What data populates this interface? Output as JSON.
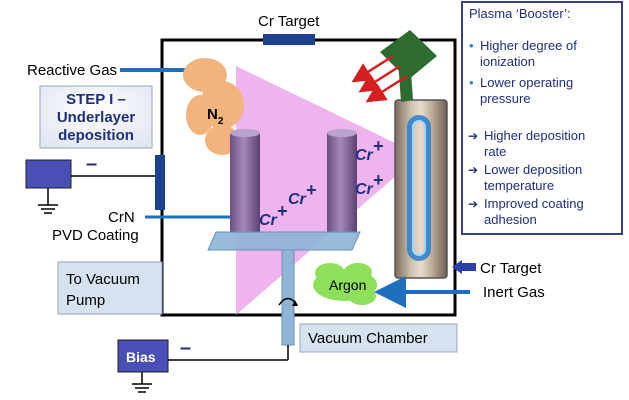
{
  "labels": {
    "cr_target_top": "Cr Target",
    "reactive_gas": "Reactive Gas",
    "n2_main": "N",
    "n2_sub": "2",
    "step_line1": "STEP I –",
    "step_line2": "Underlayer",
    "step_line3": "deposition",
    "crn": "CrN",
    "pvd_coating": "PVD Coating",
    "to_vacuum_line1": "To Vacuum",
    "to_vacuum_line2": "Pump",
    "vacuum_chamber": "Vacuum Chamber",
    "bias": "Bias",
    "argon": "Argon",
    "cr_target_right": "Cr Target",
    "inert_gas": "Inert Gas",
    "minus_sign": "–",
    "ion_cr": "Cr",
    "ion_plus": "+"
  },
  "booster": {
    "title": "Plasma ‘Booster’:",
    "bullets": [
      {
        "line1": "Higher degree of",
        "line2": "ionization"
      },
      {
        "line1": "Lower operating",
        "line2": "pressure"
      }
    ],
    "results": [
      {
        "line1": "Higher deposition",
        "line2": "rate"
      },
      {
        "line1": "Lower deposition",
        "line2": "temperature"
      },
      {
        "line1": "Improved coating",
        "line2": "adhesion"
      }
    ],
    "bullet_glyph": "•",
    "arrow_glyph": "➔"
  },
  "colors": {
    "chamber_border": "#000000",
    "target_blue": "#1f3f8f",
    "text_navy": "#1f2f7f",
    "plasma_pink": "#e89be8",
    "cylinder_purple": "#7a5c8e",
    "table_blue": "#8fb4d6",
    "step_box_bg": "#e8ecf8",
    "vacuum_box_bg": "#d6e2ef",
    "cloud_orange": "#f2b37c",
    "cloud_green": "#8ee05a",
    "bias_box": "#4a4fb5",
    "booster_green": "#2e6b2e",
    "arrow_red": "#d42020"
  }
}
